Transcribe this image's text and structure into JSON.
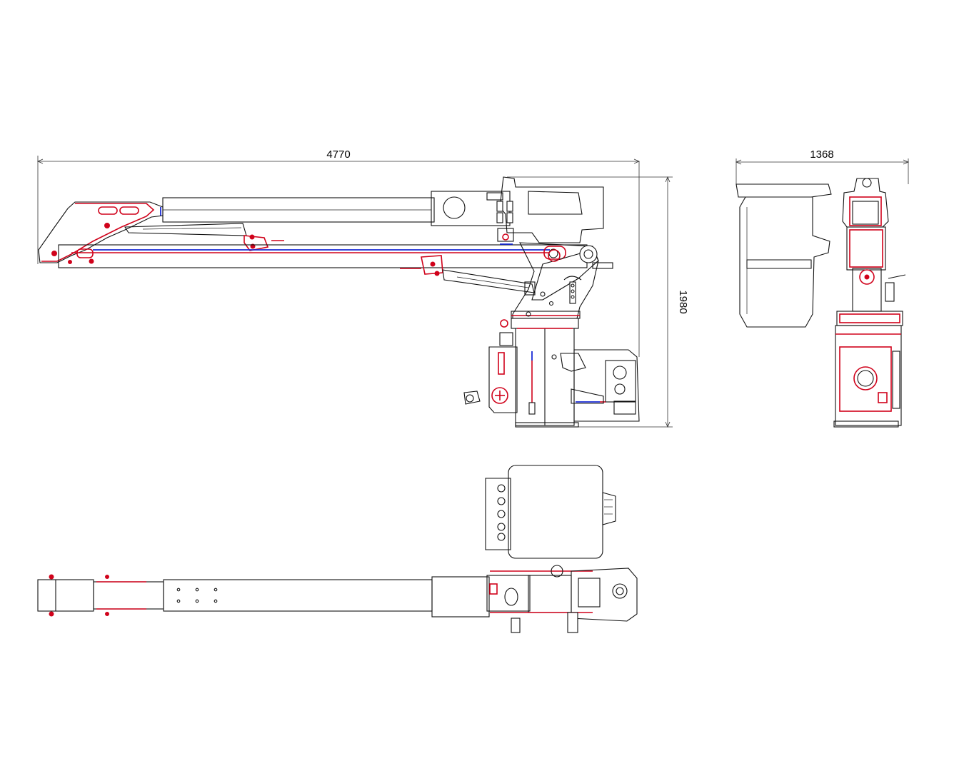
{
  "dimensions": {
    "overall_length": "4770",
    "overall_height": "1980",
    "overall_width": "1368"
  },
  "colors": {
    "outline": "#111111",
    "highlight_red": "#d0021b",
    "highlight_blue": "#1a2bd6",
    "background": "#ffffff"
  }
}
